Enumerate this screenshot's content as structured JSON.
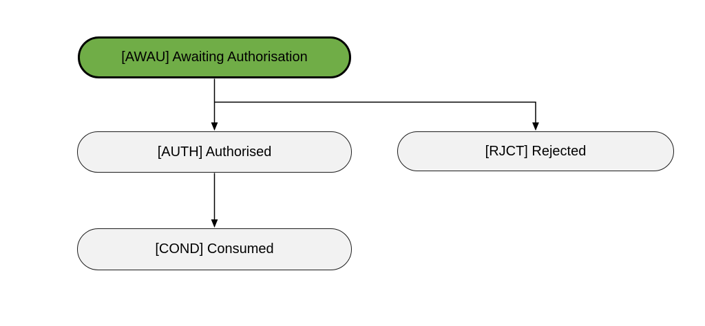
{
  "diagram": {
    "type": "state-flow",
    "background_color": "#ffffff",
    "line_color": "#000000",
    "nodes": [
      {
        "id": "AWAU",
        "label": "[AWAU] Awaiting Authorisation",
        "role": "initial-state",
        "fill": "#70ad47",
        "stroke": "#000000"
      },
      {
        "id": "AUTH",
        "label": "[AUTH] Authorised",
        "role": "state",
        "fill": "#f2f2f2",
        "stroke": "#1a1a1a"
      },
      {
        "id": "RJCT",
        "label": "[RJCT] Rejected",
        "role": "state",
        "fill": "#f2f2f2",
        "stroke": "#1a1a1a"
      },
      {
        "id": "COND",
        "label": "[COND] Consumed",
        "role": "state",
        "fill": "#f2f2f2",
        "stroke": "#1a1a1a"
      }
    ],
    "edges": [
      {
        "from": "AWAU",
        "to": "AUTH"
      },
      {
        "from": "AWAU",
        "to": "RJCT"
      },
      {
        "from": "AUTH",
        "to": "COND"
      }
    ]
  }
}
